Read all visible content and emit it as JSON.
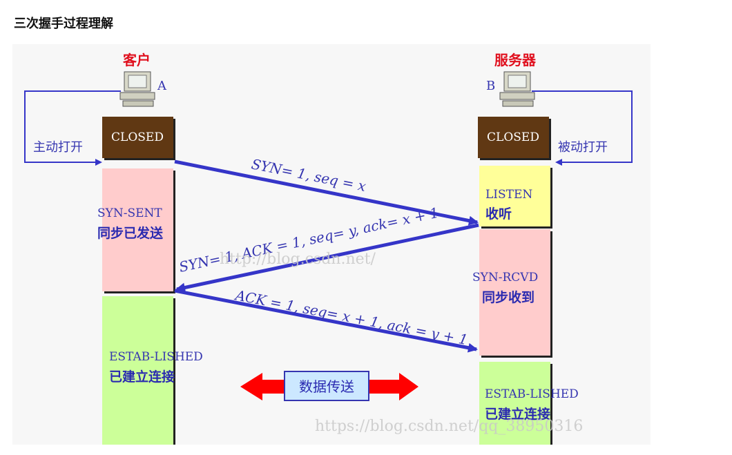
{
  "heading": "三次握手过程理解",
  "diagram": {
    "client": {
      "title": "客户",
      "letter": "A"
    },
    "server": {
      "title": "服务器",
      "letter": "B"
    },
    "client_open_label": "主动打开",
    "server_open_label": "被动打开",
    "client_states": [
      {
        "code": "CLOSED",
        "cn": ""
      },
      {
        "code": "SYN-SENT",
        "cn": "同步已发送"
      },
      {
        "code": "ESTAB-LISHED",
        "cn": "已建立连接"
      }
    ],
    "server_states": [
      {
        "code": "CLOSED",
        "cn": ""
      },
      {
        "code": "LISTEN",
        "cn": "收听"
      },
      {
        "code": "SYN-RCVD",
        "cn": "同步收到"
      },
      {
        "code": "ESTAB-LISHED",
        "cn": "已建立连接"
      }
    ],
    "messages": [
      "SYN= 1, seq = x",
      "SYN= 1, ACK = 1, seq= y, ack= x + 1",
      "ACK = 1, seq= x + 1, ack = y + 1"
    ],
    "data_transfer_label": "数据传送",
    "watermarks": [
      "http://blog.csdn.net/",
      "https://blog.csdn.net/qq_38950316"
    ],
    "colors": {
      "arrow": "#3535c8",
      "title_red": "#e0101e",
      "label_blue": "#3535b0",
      "closed_bg": "#603813",
      "pink": "#ffcccc",
      "green": "#ccff99",
      "yellow": "#ffff99",
      "data_red": "#ff0000",
      "data_box": "#cce8ff"
    }
  }
}
